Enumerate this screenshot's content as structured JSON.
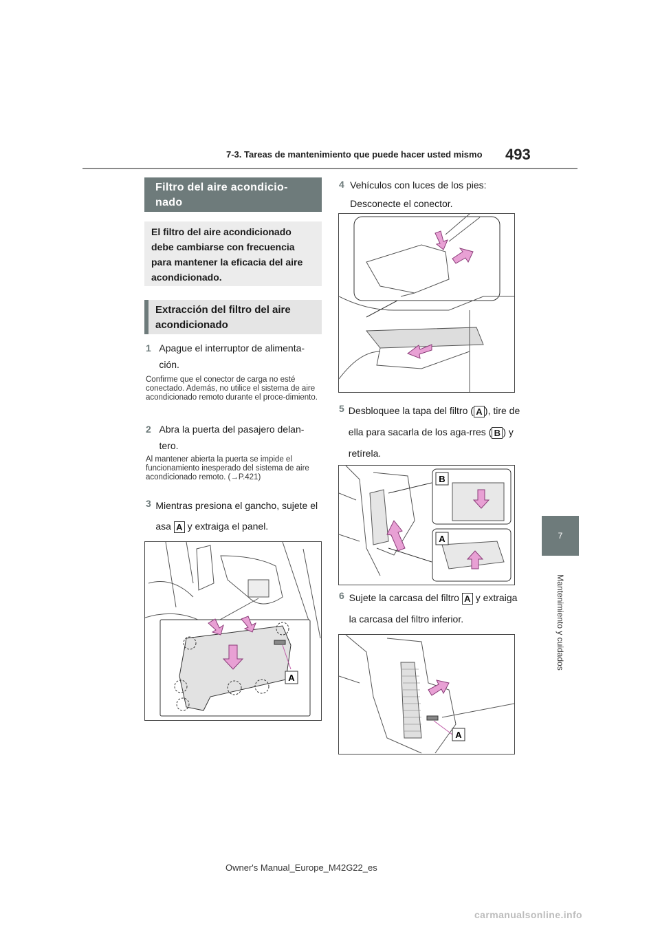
{
  "header": {
    "title": "7-3. Tareas de mantenimiento que puede hacer usted mismo",
    "page": "493"
  },
  "side": {
    "chapter": "7",
    "label": "Mantenimiento y cuidados"
  },
  "left": {
    "section_title": "Filtro del aire acondicio-\nnado",
    "intro": "El filtro del aire acondicionado debe cambiarse con frecuencia para mantener la eficacia del aire acondicionado.",
    "sub_title": "Extracción del filtro del aire acondicionado",
    "step1_num": "1",
    "step1": "Apague el interruptor de alimenta-ción.",
    "note1": "Confirme que el conector de carga no esté conectado. Además, no utilice el sistema de aire acondicionado remoto durante el proce-dimiento.",
    "step2_num": "2",
    "step2": "Abra la puerta del pasajero delan-tero.",
    "note2": "Al mantener abierta la puerta se impide el funcionamiento inesperado del sistema de aire acondicionado remoto. (→P.421)",
    "step3_num": "3",
    "step3_a": "Mientras presiona el gancho, sujete el asa",
    "step3_b": "y extraiga el panel."
  },
  "right": {
    "step4_num": "4",
    "step4": "Vehículos con luces de los pies: Desconecte el conector.",
    "step5_num": "5",
    "step5_a": "Desbloquee la tapa del filtro (",
    "step5_b": "), tire de ella para sacarla de los aga-rres (",
    "step5_c": ") y retírela.",
    "step6_num": "6",
    "step6_a": "Sujete la carcasa del filtro",
    "step6_b": "y extraiga la carcasa del filtro inferior."
  },
  "labels": {
    "a": "A",
    "b": "B"
  },
  "footer": "Owner's Manual_Europe_M42G22_es",
  "watermark": "carmanualsonline.info",
  "colors": {
    "accent": "#6e7b7b",
    "arrow": "#e8a0d4",
    "arrow_stroke": "#8a3b78"
  }
}
